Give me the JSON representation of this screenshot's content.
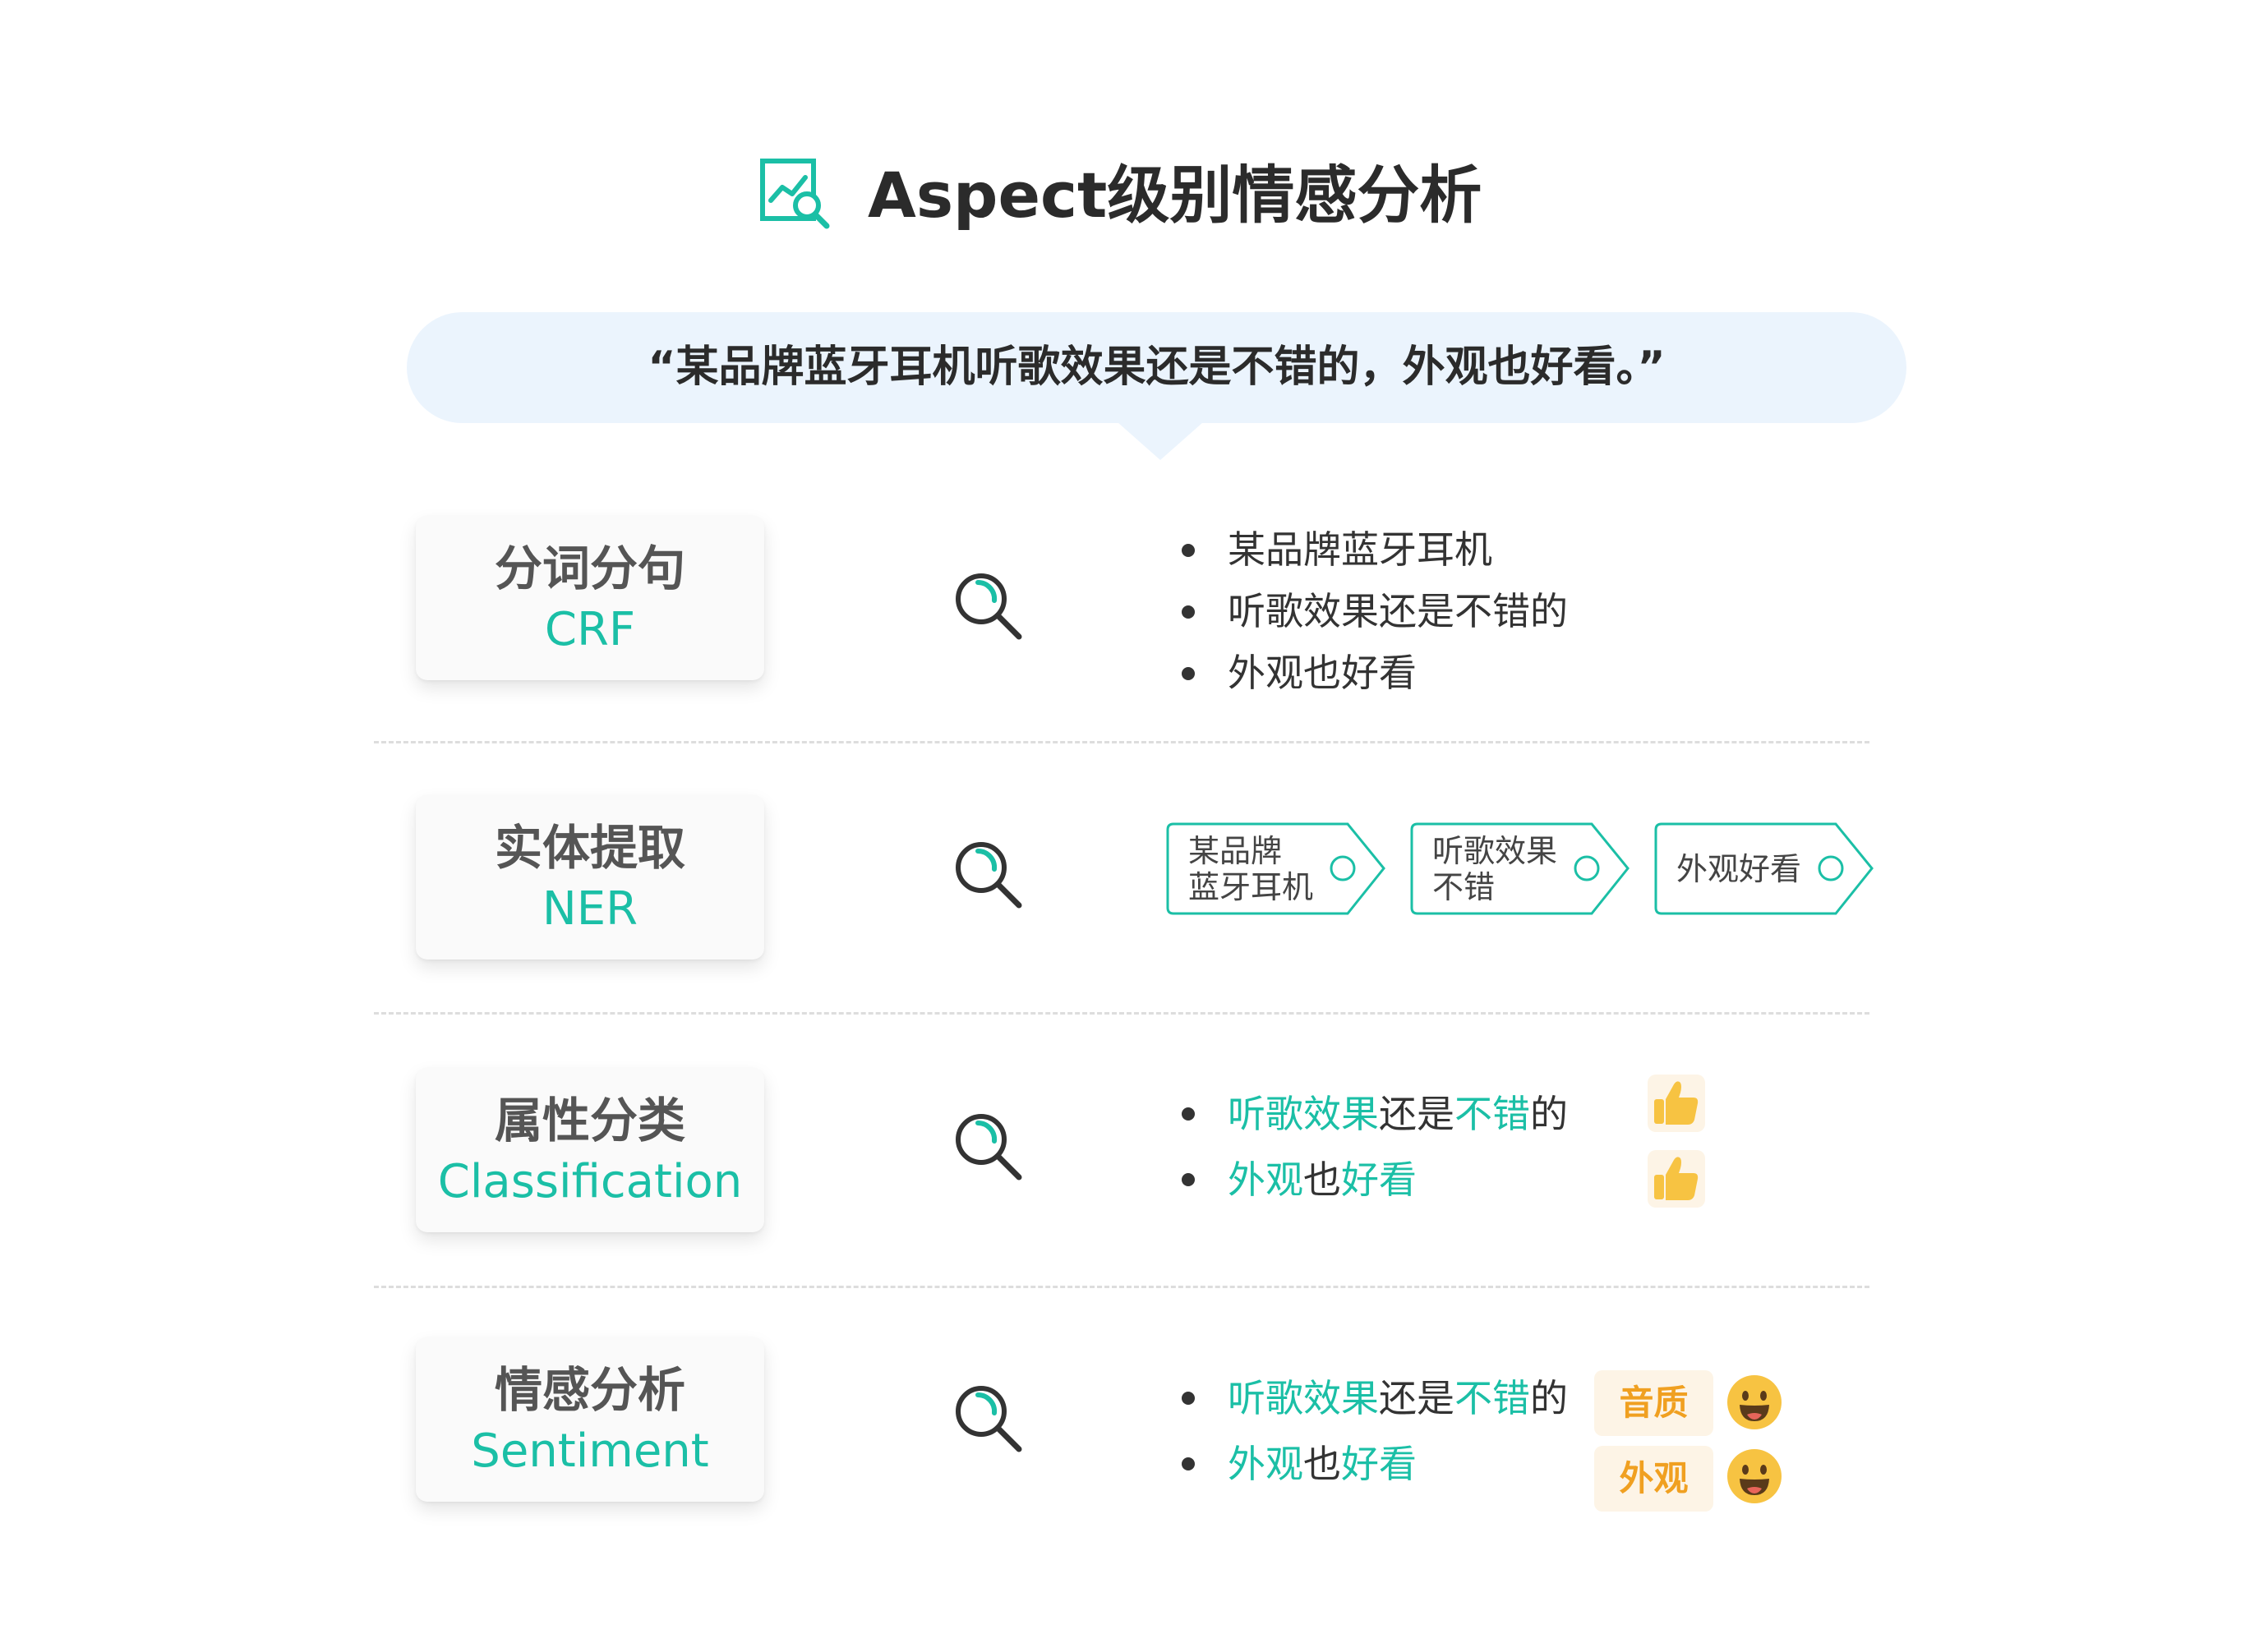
{
  "title": {
    "text": "Aspect级别情感分析",
    "icon": "chart-search-icon"
  },
  "sentence": "“某品牌蓝牙耳机听歌效果还是不错的，外观也好看。”",
  "colors": {
    "accent": "#1bbfa6",
    "bubble": "#ebf4fd",
    "badge_bg": "#fdf4e6",
    "badge_text": "#f0a021",
    "emoji": "#f7c342"
  },
  "steps": [
    {
      "cn": "分词分句",
      "en": "CRF",
      "output": {
        "items": [
          "某品牌蓝牙耳机",
          "听歌效果还是不错的",
          "外观也好看"
        ]
      }
    },
    {
      "cn": "实体提取",
      "en": "NER",
      "output": {
        "tags": [
          {
            "line1": "某品牌",
            "line2": "蓝牙耳机"
          },
          {
            "line1": "听歌效果",
            "line2": "不错"
          },
          {
            "line1": "外观好看",
            "line2": ""
          }
        ]
      }
    },
    {
      "cn": "属性分类",
      "en": "Classification",
      "output": {
        "s1": {
          "a": "听歌效果",
          "b": "还是",
          "c": "不错",
          "d": "的"
        },
        "s2": {
          "a": "外观",
          "b": "也",
          "c": "好看"
        },
        "icon": "thumbs-up-icon"
      }
    },
    {
      "cn": "情感分析",
      "en": "Sentiment",
      "output": {
        "s1": {
          "a": "听歌效果",
          "b": "还是",
          "c": "不错",
          "d": "的"
        },
        "s2": {
          "a": "外观",
          "b": "也",
          "c": "好看"
        },
        "badges": [
          "音质",
          "外观"
        ],
        "icon": "smiley-icon"
      }
    }
  ]
}
